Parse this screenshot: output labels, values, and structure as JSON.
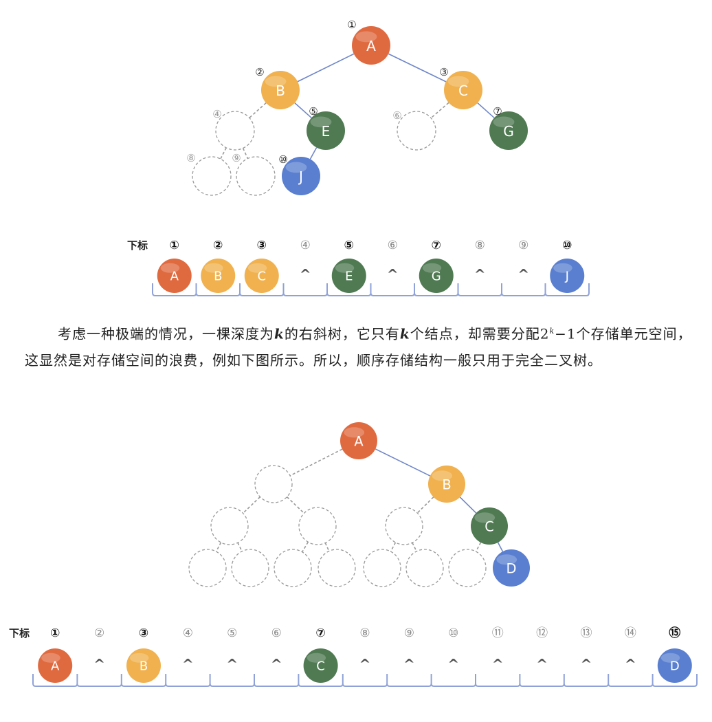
{
  "colors": {
    "orange": "#e06a40",
    "yellow": "#f0b14e",
    "green": "#4f7a52",
    "blue": "#5a7fd0",
    "edge": "#6f86c8",
    "dash": "#999999",
    "array_border": "#8fa2d8",
    "caret": "#555555"
  },
  "tree1": {
    "nodes": [
      {
        "index": "①",
        "label": "A",
        "color": "orange",
        "present": true
      },
      {
        "index": "②",
        "label": "B",
        "color": "yellow",
        "present": true
      },
      {
        "index": "③",
        "label": "C",
        "color": "yellow",
        "present": true
      },
      {
        "index": "④",
        "label": "",
        "present": false
      },
      {
        "index": "⑤",
        "label": "E",
        "color": "green",
        "present": true
      },
      {
        "index": "⑥",
        "label": "",
        "present": false
      },
      {
        "index": "⑦",
        "label": "G",
        "color": "green",
        "present": true
      },
      {
        "index": "⑧",
        "label": "",
        "present": false
      },
      {
        "index": "⑨",
        "label": "",
        "present": false
      },
      {
        "index": "⑩",
        "label": "J",
        "color": "blue",
        "present": true
      }
    ]
  },
  "array1": {
    "header": "下标",
    "cells": [
      {
        "index": "①",
        "label": "A",
        "color": "orange"
      },
      {
        "index": "②",
        "label": "B",
        "color": "yellow"
      },
      {
        "index": "③",
        "label": "C",
        "color": "yellow"
      },
      {
        "index": "④",
        "label": "^",
        "color": null
      },
      {
        "index": "⑤",
        "label": "E",
        "color": "green"
      },
      {
        "index": "⑥",
        "label": "^",
        "color": null
      },
      {
        "index": "⑦",
        "label": "G",
        "color": "green"
      },
      {
        "index": "⑧",
        "label": "^",
        "color": null
      },
      {
        "index": "⑨",
        "label": "^",
        "color": null
      },
      {
        "index": "⑩",
        "label": "J",
        "color": "blue"
      }
    ]
  },
  "paragraph": {
    "part1": "考虑一种极端的情况，一棵深度为",
    "k1": "k",
    "part2": "的右斜树，它只有",
    "k2": "k",
    "part3": "个结点，却需要分配2",
    "k3": "k",
    "part4": "−1个存储单元空间，这显然是对存储空间的浪费，例如下图所示。所以，顺序存储结构一般只用于完全二叉树。"
  },
  "tree2": {
    "nodes": [
      {
        "label": "A",
        "color": "orange",
        "present": true
      },
      {
        "label": "",
        "present": false
      },
      {
        "label": "B",
        "color": "yellow",
        "present": true
      },
      {
        "label": "",
        "present": false
      },
      {
        "label": "",
        "present": false
      },
      {
        "label": "",
        "present": false
      },
      {
        "label": "C",
        "color": "green",
        "present": true
      },
      {
        "label": "",
        "present": false
      },
      {
        "label": "",
        "present": false
      },
      {
        "label": "",
        "present": false
      },
      {
        "label": "",
        "present": false
      },
      {
        "label": "",
        "present": false
      },
      {
        "label": "",
        "present": false
      },
      {
        "label": "",
        "present": false
      },
      {
        "label": "D",
        "color": "blue",
        "present": true
      }
    ]
  },
  "array2": {
    "header": "下标",
    "cells": [
      {
        "index": "①",
        "label": "A",
        "color": "orange"
      },
      {
        "index": "②",
        "label": "^",
        "color": null
      },
      {
        "index": "③",
        "label": "B",
        "color": "yellow"
      },
      {
        "index": "④",
        "label": "^",
        "color": null
      },
      {
        "index": "⑤",
        "label": "^",
        "color": null
      },
      {
        "index": "⑥",
        "label": "^",
        "color": null
      },
      {
        "index": "⑦",
        "label": "C",
        "color": "green"
      },
      {
        "index": "⑧",
        "label": "^",
        "color": null
      },
      {
        "index": "⑨",
        "label": "^",
        "color": null
      },
      {
        "index": "⑩",
        "label": "^",
        "color": null
      },
      {
        "index": "⑪",
        "label": "^",
        "color": null
      },
      {
        "index": "⑫",
        "label": "^",
        "color": null
      },
      {
        "index": "⑬",
        "label": "^",
        "color": null
      },
      {
        "index": "⑭",
        "label": "^",
        "color": null
      },
      {
        "index": "⑮",
        "label": "D",
        "color": "blue"
      }
    ]
  }
}
